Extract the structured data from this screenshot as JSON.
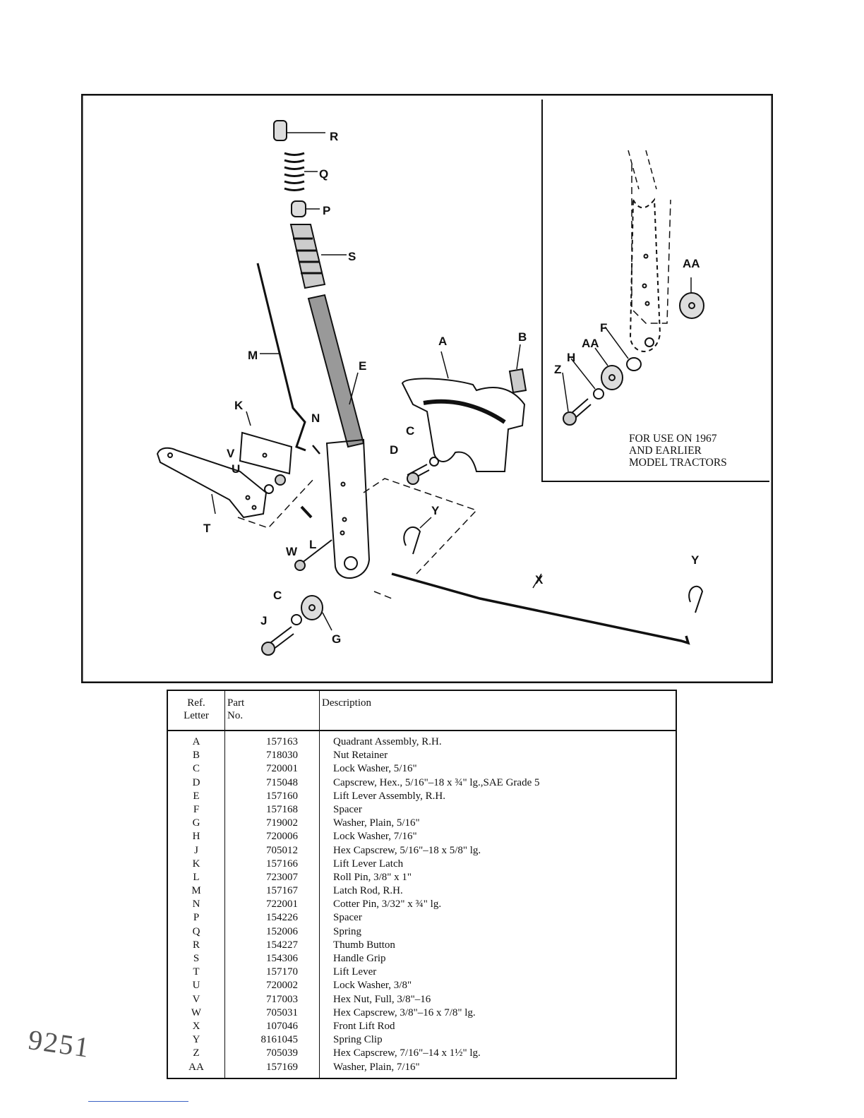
{
  "diagram": {
    "callouts": {
      "R": "R",
      "Q": "Q",
      "P": "P",
      "S": "S",
      "M": "M",
      "E": "E",
      "A": "A",
      "B": "B",
      "K": "K",
      "N": "N",
      "C1": "C",
      "D": "D",
      "V": "V",
      "U": "U",
      "T": "T",
      "L": "L",
      "Y1": "Y",
      "W": "W",
      "C2": "C",
      "J": "J",
      "G": "G",
      "X": "X",
      "Y2": "Y",
      "AA1": "AA",
      "F": "F",
      "AA2": "AA",
      "H": "H",
      "Z": "Z"
    },
    "inset_note": [
      "FOR USE ON 1967",
      "AND EARLIER",
      "MODEL TRACTORS"
    ]
  },
  "table": {
    "headers": {
      "ref_line1": "Ref.",
      "ref_line2": "Letter",
      "part_line1": "Part",
      "part_line2": "No.",
      "description": "Description"
    },
    "rows": [
      {
        "ref": "A",
        "part": "157163",
        "desc": "Quadrant Assembly, R.H."
      },
      {
        "ref": "B",
        "part": "718030",
        "desc": "Nut Retainer"
      },
      {
        "ref": "C",
        "part": "720001",
        "desc": "Lock Washer, 5/16\""
      },
      {
        "ref": "D",
        "part": "715048",
        "desc": "Capscrew, Hex., 5/16\"–18 x ¾\" lg.,SAE Grade 5"
      },
      {
        "ref": "E",
        "part": "157160",
        "desc": "Lift Lever Assembly, R.H."
      },
      {
        "ref": "F",
        "part": "157168",
        "desc": "Spacer"
      },
      {
        "ref": "G",
        "part": "719002",
        "desc": "Washer, Plain, 5/16\""
      },
      {
        "ref": "H",
        "part": "720006",
        "desc": "Lock Washer, 7/16\""
      },
      {
        "ref": "J",
        "part": "705012",
        "desc": "Hex Capscrew, 5/16\"–18 x 5/8\" lg."
      },
      {
        "ref": "K",
        "part": "157166",
        "desc": "Lift Lever Latch"
      },
      {
        "ref": "L",
        "part": "723007",
        "desc": "Roll Pin, 3/8\" x 1\""
      },
      {
        "ref": "M",
        "part": "157167",
        "desc": "Latch Rod, R.H."
      },
      {
        "ref": "N",
        "part": "722001",
        "desc": "Cotter Pin, 3/32\" x ¾\" lg."
      },
      {
        "ref": "P",
        "part": "154226",
        "desc": "Spacer"
      },
      {
        "ref": "Q",
        "part": "152006",
        "desc": "Spring"
      },
      {
        "ref": "R",
        "part": "154227",
        "desc": "Thumb Button"
      },
      {
        "ref": "S",
        "part": "154306",
        "desc": "Handle Grip"
      },
      {
        "ref": "T",
        "part": "157170",
        "desc": "Lift Lever"
      },
      {
        "ref": "U",
        "part": "720002",
        "desc": "Lock Washer, 3/8\""
      },
      {
        "ref": "V",
        "part": "717003",
        "desc": "Hex Nut, Full, 3/8\"–16"
      },
      {
        "ref": "W",
        "part": "705031",
        "desc": "Hex Capscrew, 3/8\"–16 x 7/8\" lg."
      },
      {
        "ref": "X",
        "part": "107046",
        "desc": "Front Lift Rod"
      },
      {
        "ref": "Y",
        "part": "8161045",
        "desc": "Spring Clip"
      },
      {
        "ref": "Z",
        "part": "705039",
        "desc": "Hex Capscrew, 7/16\"–14 x 1½\" lg."
      },
      {
        "ref": "AA",
        "part": "157169",
        "desc": "Washer, Plain, 7/16\""
      }
    ]
  },
  "page_number": "9251"
}
